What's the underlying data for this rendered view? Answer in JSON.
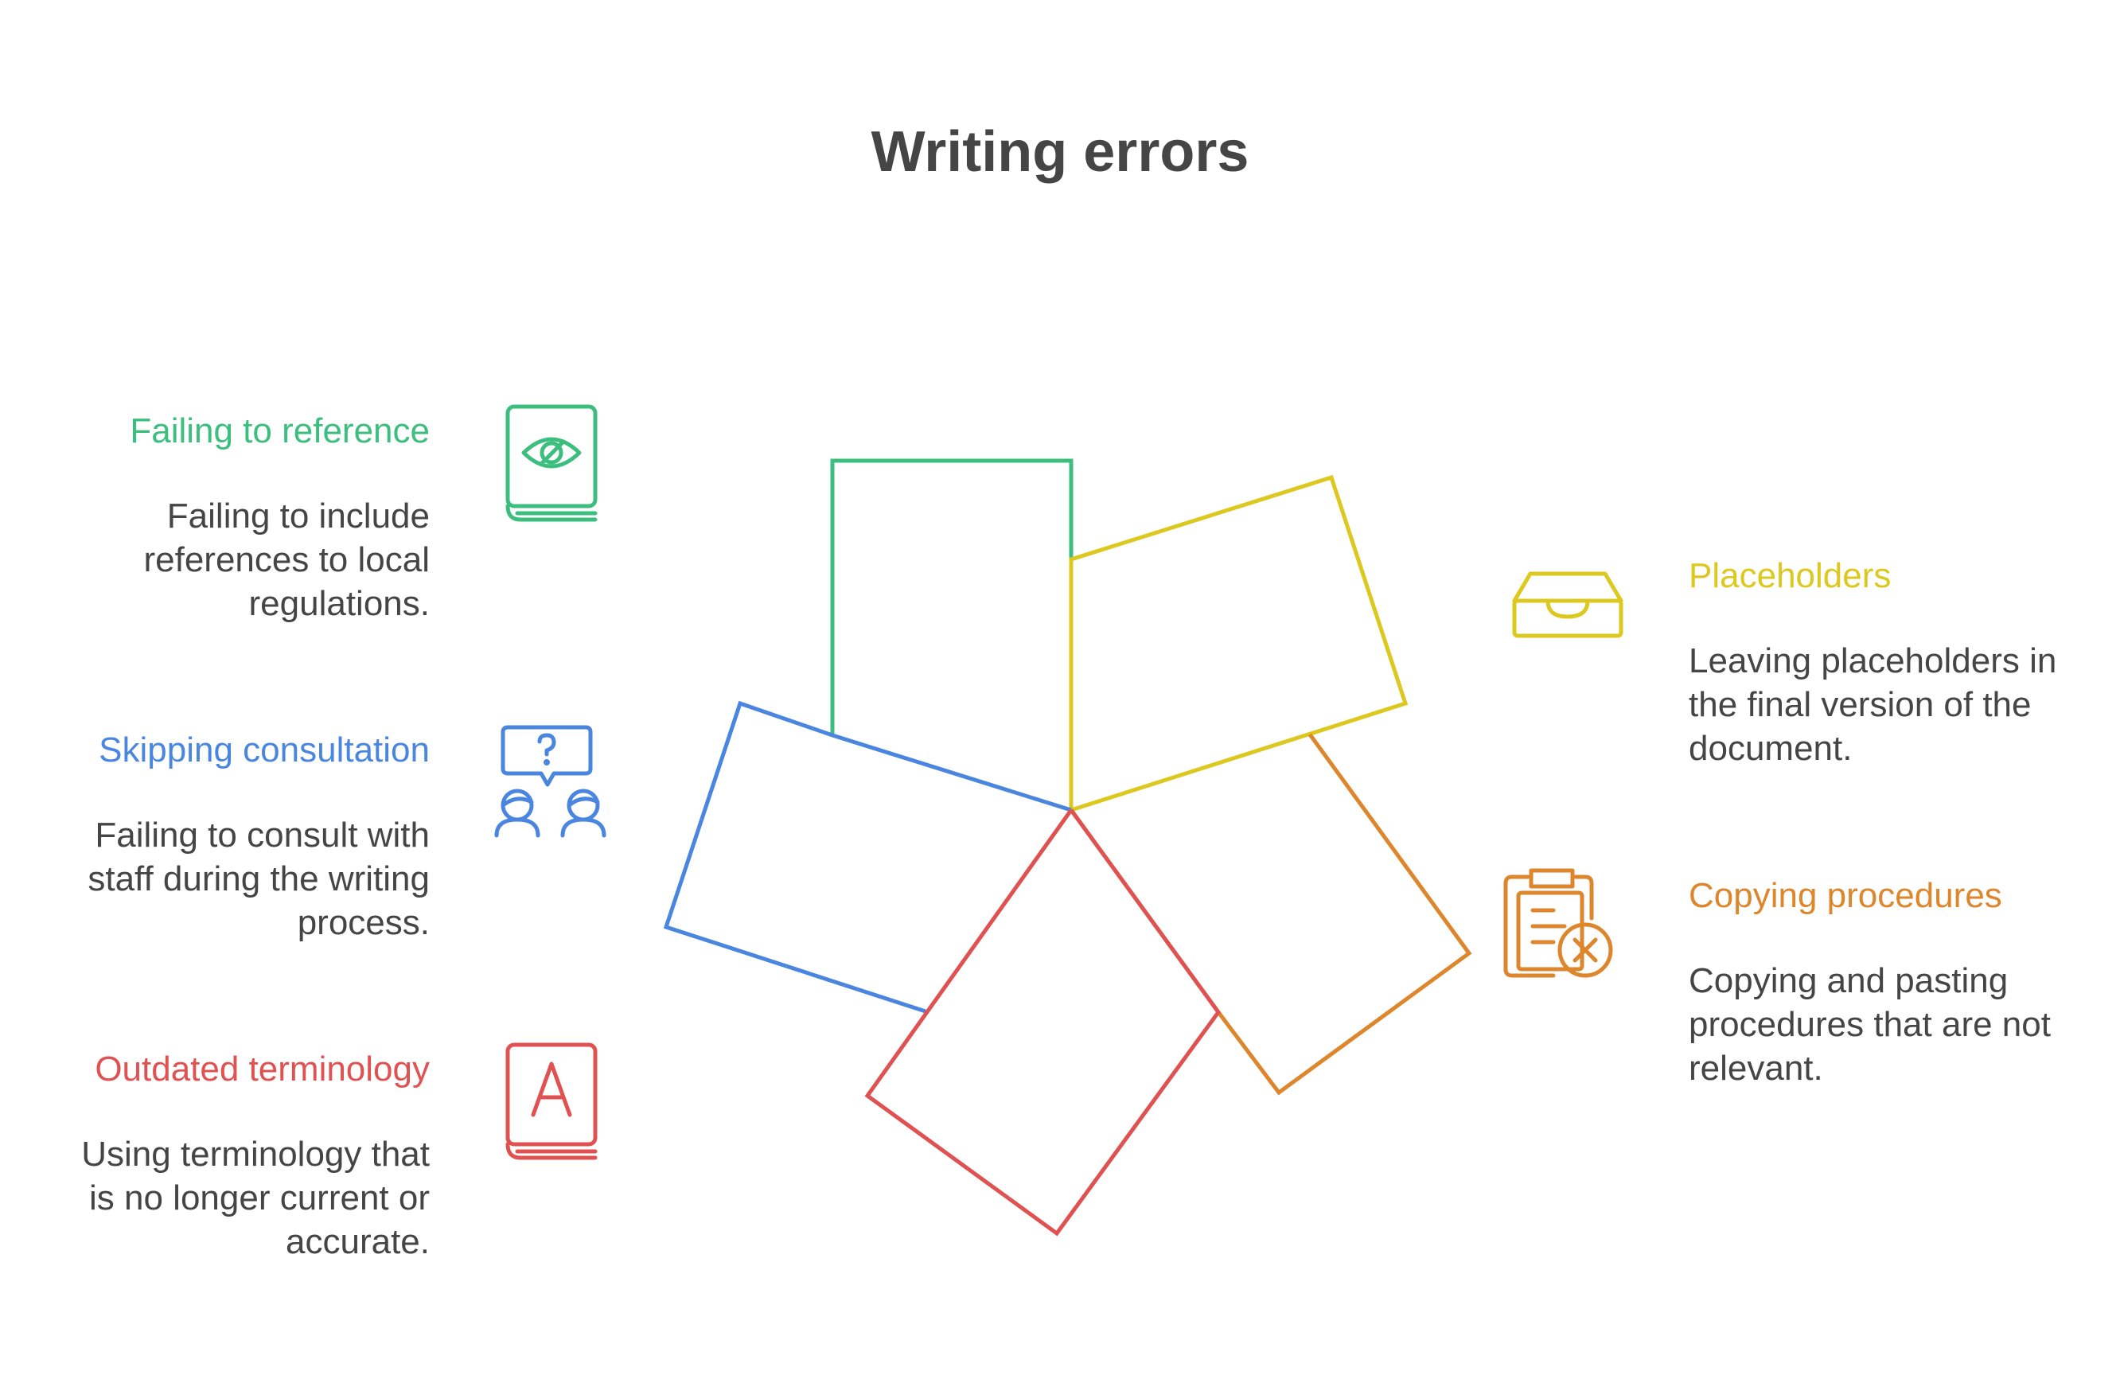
{
  "title": "Writing errors",
  "colors": {
    "green": "#3cbf7e",
    "yellow": "#dcc81e",
    "blue": "#4a86e0",
    "red": "#e05252",
    "orange": "#de862c",
    "text": "#454545"
  },
  "items": [
    {
      "key": "reference",
      "title": "Failing to reference",
      "description": "Failing to include references to local regulations.",
      "color": "#3cbf7e",
      "icon": "book-eye-icon"
    },
    {
      "key": "consultation",
      "title": "Skipping consultation",
      "description": "Failing to consult with staff during the writing process.",
      "color": "#4a86e0",
      "icon": "people-question-icon"
    },
    {
      "key": "terminology",
      "title": "Outdated terminology",
      "description": "Using terminology that is no longer current or accurate.",
      "color": "#e05252",
      "icon": "dictionary-book-icon"
    },
    {
      "key": "placeholders",
      "title": "Placeholders",
      "description": "Leaving placeholders in the final version of the document.",
      "color": "#dcc81e",
      "icon": "inbox-tray-icon"
    },
    {
      "key": "copying",
      "title": "Copying procedures",
      "description": "Copying and pasting procedures that are not relevant.",
      "color": "#de862c",
      "icon": "clipboard-x-icon"
    }
  ]
}
